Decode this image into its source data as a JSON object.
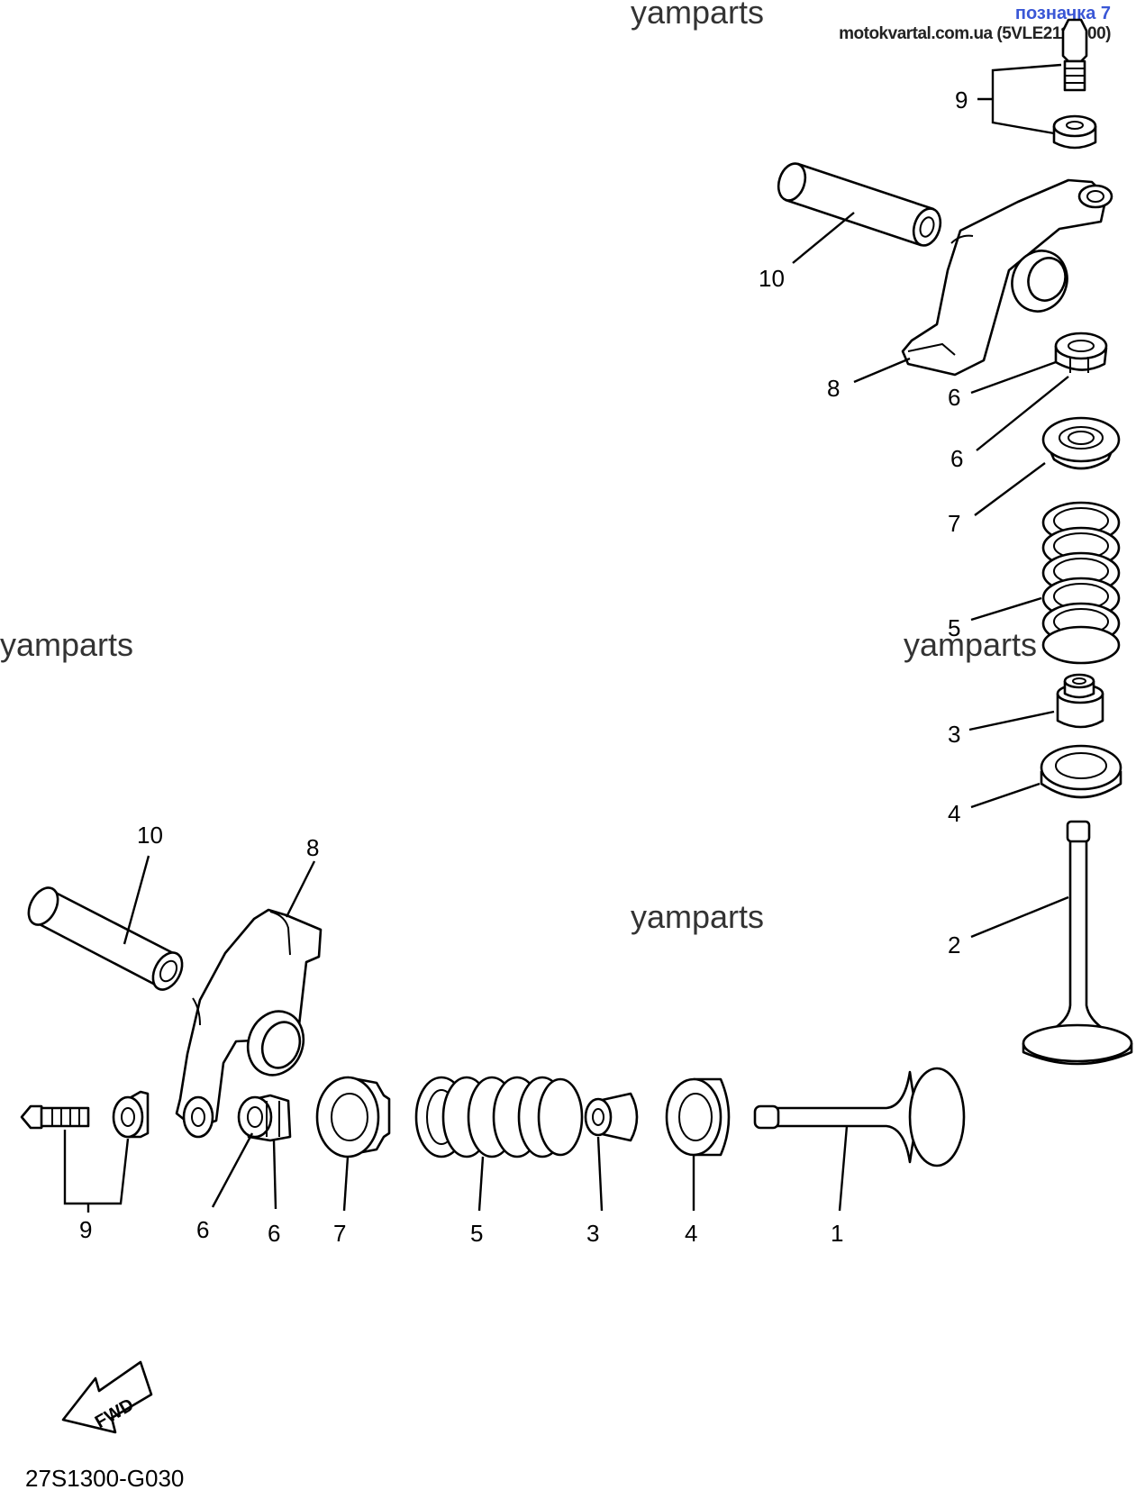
{
  "header": {
    "brand_title": "позначка 7",
    "brand_sub": "motokvartal.com.ua (5VLE2110000)"
  },
  "watermarks": [
    "yamparts",
    "yamparts",
    "yamparts",
    "yamparts"
  ],
  "diagram_code": "27S1300-G030",
  "direction_label": "FWD",
  "upper_callouts": [
    "9",
    "10",
    "8",
    "6",
    "6",
    "7",
    "5",
    "3",
    "4",
    "2"
  ],
  "lower_callouts": [
    "10",
    "8",
    "9",
    "6",
    "6",
    "7",
    "5",
    "3",
    "4",
    "1"
  ]
}
